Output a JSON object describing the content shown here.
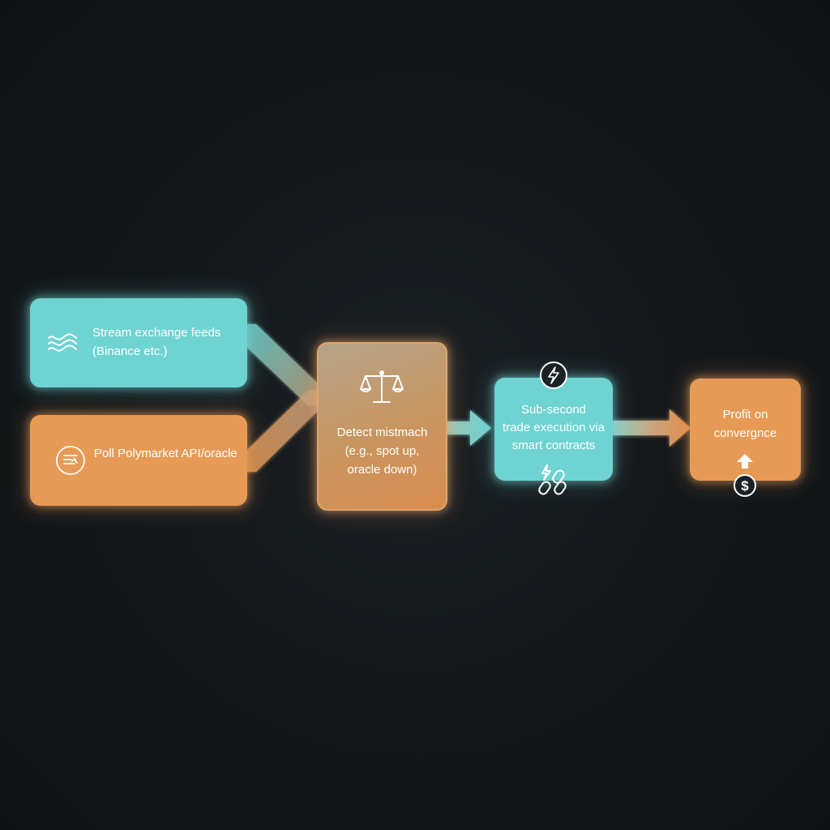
{
  "nodes": {
    "stream_feeds": {
      "line1": "Stream exchange feeds",
      "line2": "(Binance etc.)",
      "icon": "wave-icon"
    },
    "poll_polymarket": {
      "text": "Poll Polymarket API/oracle",
      "icon": "document-icon"
    },
    "detect_mismatch": {
      "line1": "Detect mistmach",
      "line2": "(e.g., spot up,",
      "line3": "oracle down)",
      "icon": "scales-icon"
    },
    "trade_execution": {
      "line1": "Sub-second",
      "line2": "trade execution via",
      "line3": "smart contracts",
      "icons": [
        "lightning-icon",
        "chain-link-icon"
      ]
    },
    "profit": {
      "line1": "Profit on",
      "line2": "convergnce",
      "icons": [
        "arrow-up-icon",
        "dollar-coin-icon"
      ]
    }
  },
  "colors": {
    "teal": "#6fd3d2",
    "orange": "#e79a55",
    "background": "#15191c"
  }
}
